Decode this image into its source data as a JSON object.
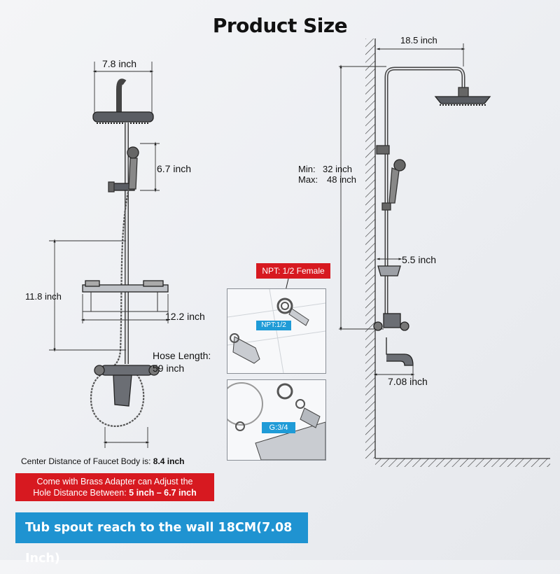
{
  "title": "Product Size",
  "left": {
    "head_width": "7.8 inch",
    "handheld_height": "6.7 inch",
    "shelf_height": "11.8 inch",
    "shelf_width": "12.2 inch",
    "hose_line1": "Hose Length:",
    "hose_line2": "59 inch"
  },
  "right": {
    "arm_reach": "18.5 inch",
    "min_label": "Min:",
    "min_value": "32 inch",
    "max_label": "Max:",
    "max_value": "48  inch",
    "soap_dish": "5.5 inch",
    "spout_reach": "7.08 inch"
  },
  "callouts": {
    "npt_female": "NPT: 1/2 Female",
    "npt": "NPT:1/2",
    "g34": "G:3/4"
  },
  "notes": {
    "center_distance_label": "Center Distance of Faucet Body is:",
    "center_distance_value": "8.4 inch",
    "adapter_line1": "Come with Brass Adapter can Adjust the",
    "adapter_line2_prefix": "Hole Distance Between:",
    "adapter_line2_value": "5 inch – 6.7 inch",
    "banner": "Tub spout reach to the wall 18CM(7.08 Inch)"
  },
  "colors": {
    "accent_red": "#d71920",
    "accent_blue": "#1f93d1"
  }
}
